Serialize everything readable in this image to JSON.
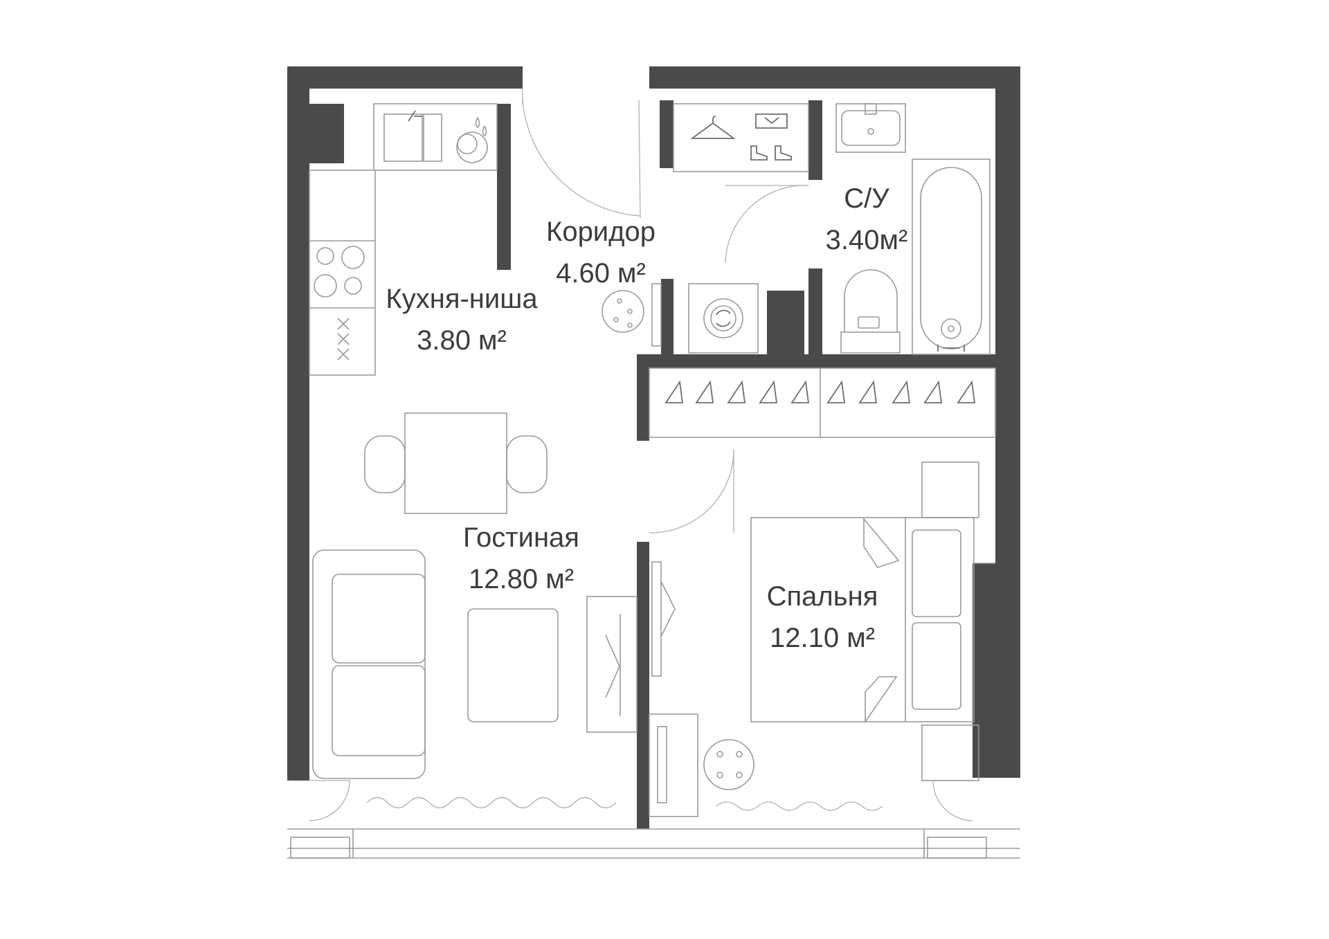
{
  "colors": {
    "wall": "#4a4a4a",
    "furniture_line": "#9a9a9a",
    "text": "#3c3c3c",
    "background": "#ffffff"
  },
  "rooms": {
    "kitchen": {
      "name": "Кухня-ниша",
      "area": "3.80 м²"
    },
    "corridor": {
      "name": "Коридор",
      "area": "4.60 м²"
    },
    "bathroom": {
      "name": "С/У",
      "area": "3.40м²"
    },
    "living": {
      "name": "Гостиная",
      "area": "12.80 м²"
    },
    "bedroom": {
      "name": "Спальня",
      "area": "12.10 м²"
    }
  },
  "icons": [
    "hanger-icon",
    "shoes-icon",
    "sink-icon",
    "stove-icon",
    "washing-machine-icon",
    "toilet-icon",
    "bathtub-icon",
    "bed-icon",
    "sofa-icon",
    "table-icon",
    "curtain-icon"
  ]
}
